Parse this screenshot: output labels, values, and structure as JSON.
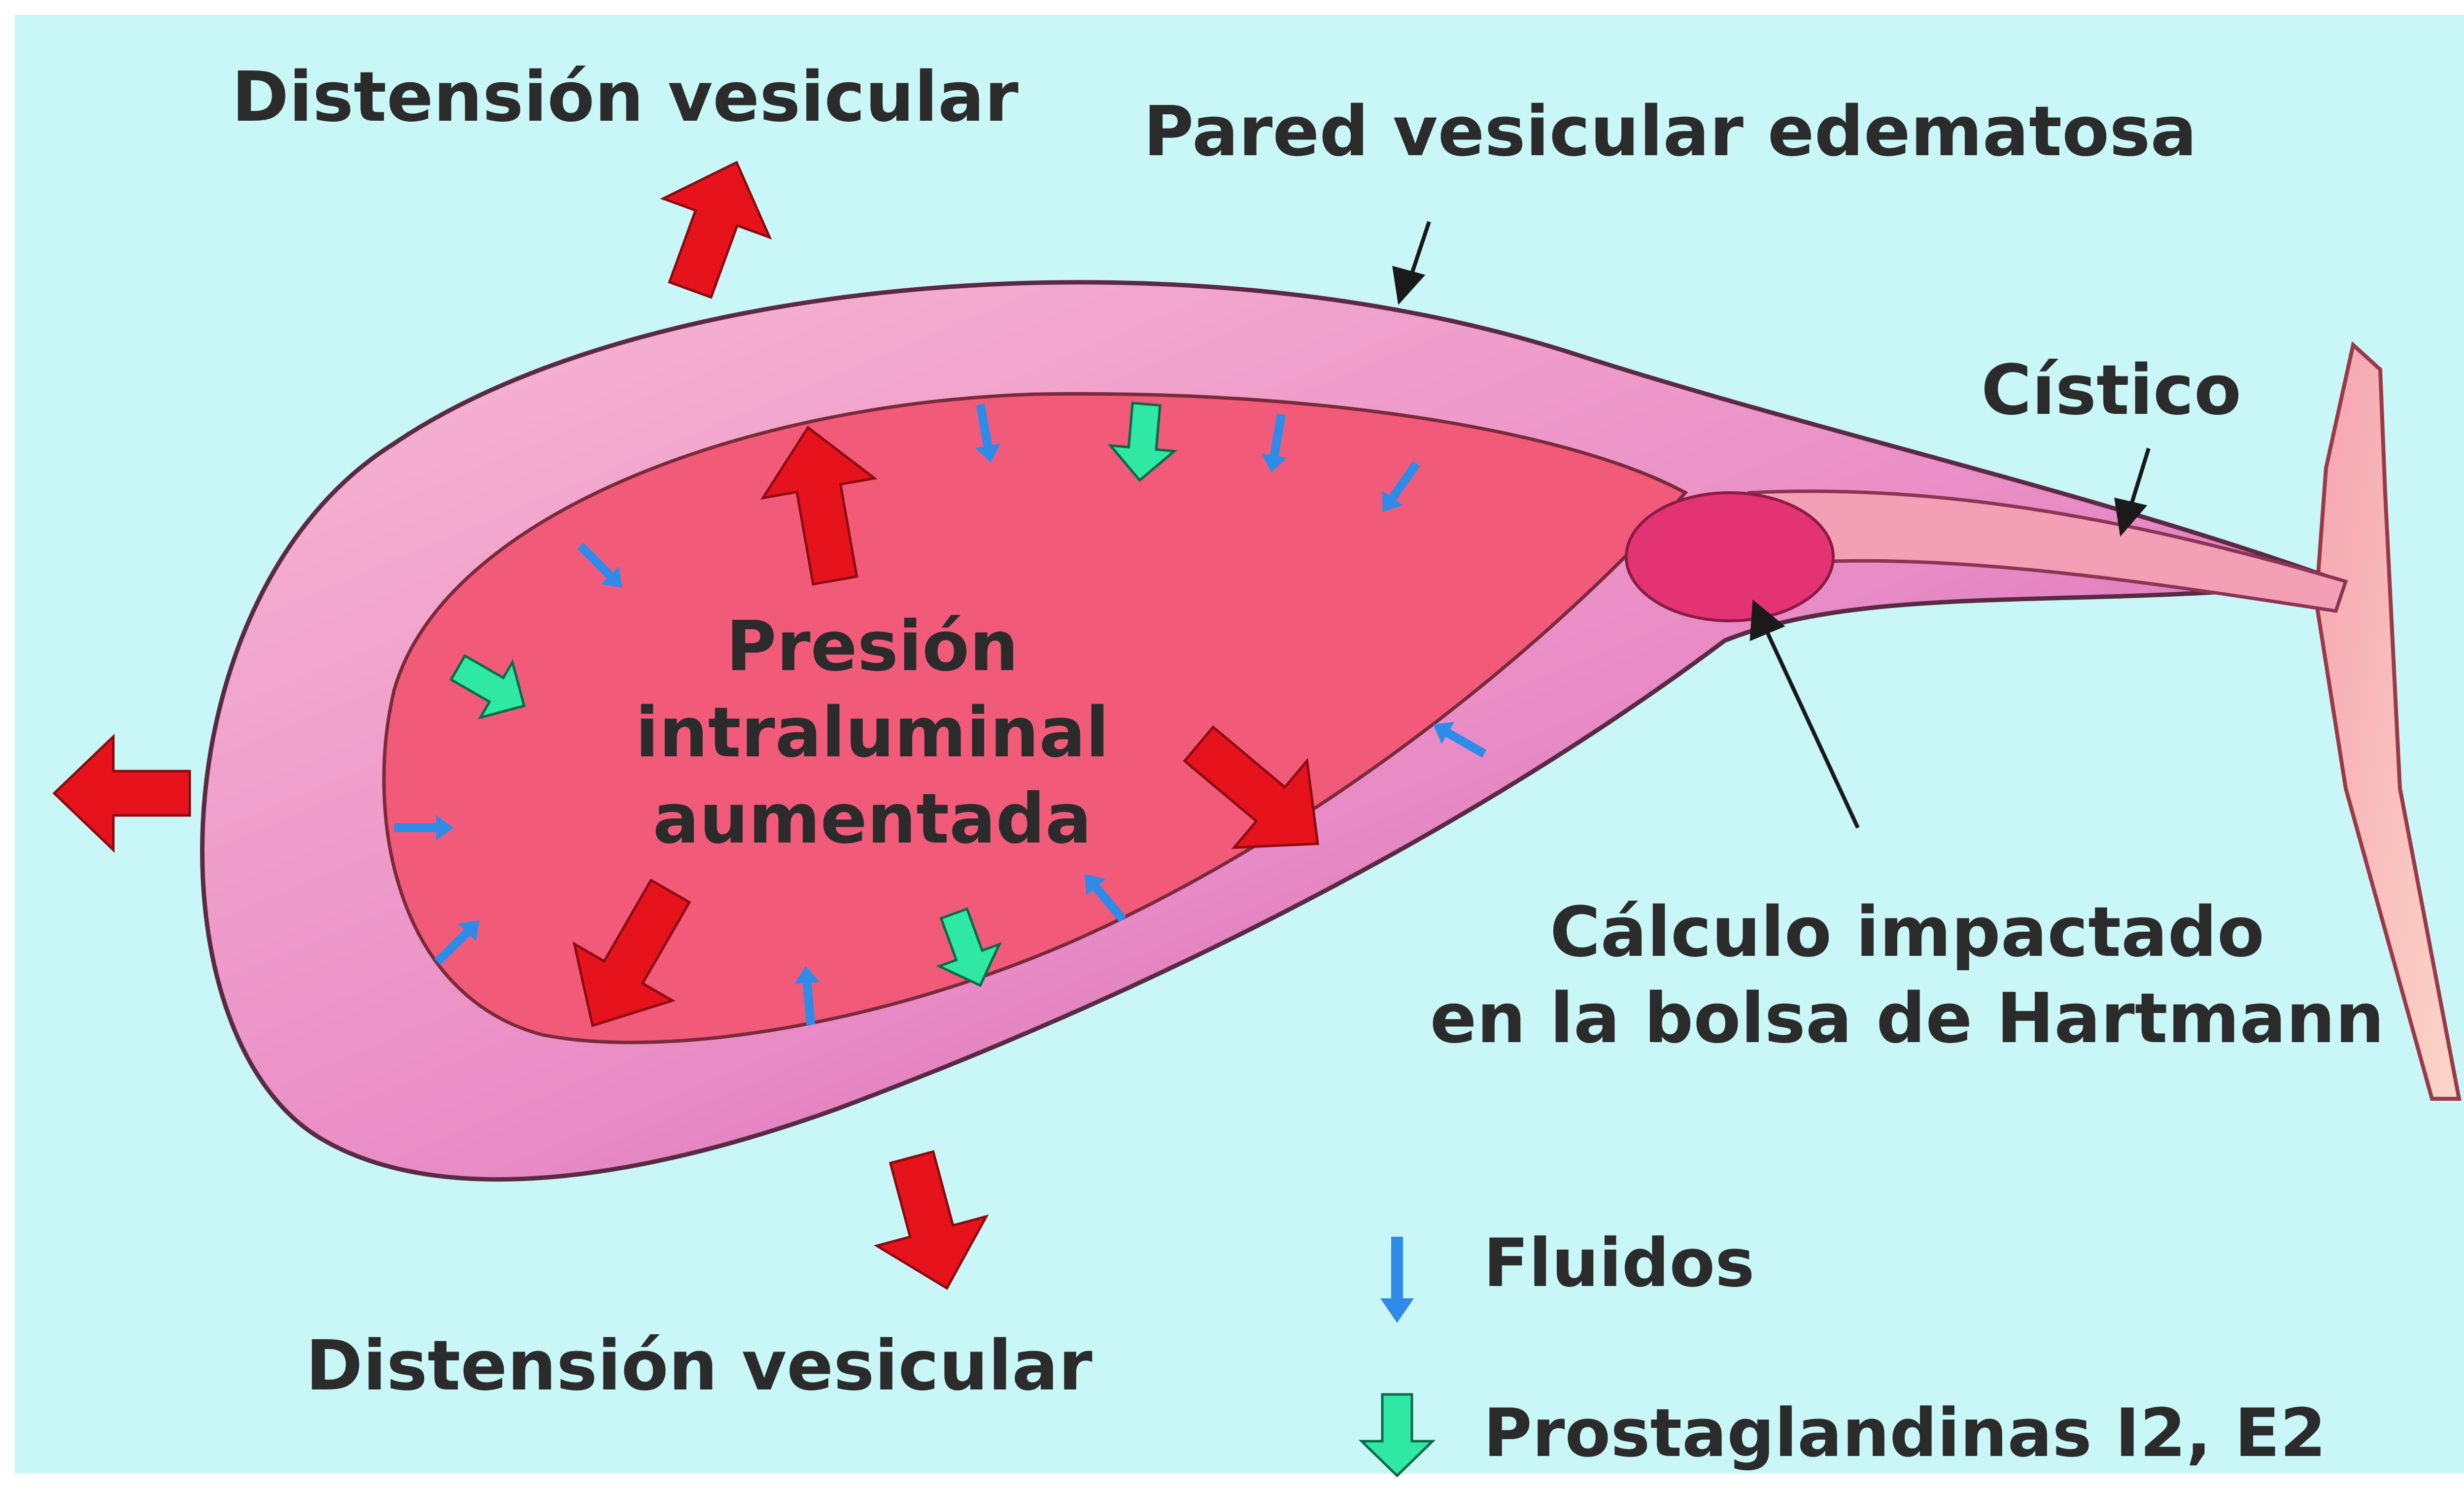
{
  "colors": {
    "background": "#c9f6f7",
    "page": "#ffffff",
    "wall_outer": "#f4a6c4",
    "wall_inner": "#cf64b4",
    "lumen": "#f25a7a",
    "stone": "#e43372",
    "duct": "#f5a8b4",
    "red_arrow": "#e6131c",
    "blue_arrow": "#2f8be8",
    "green_arrow": "#2fe8a4",
    "text": "#2b2b2b"
  },
  "labels": {
    "distension_top": "Distensión vesicular",
    "pared": "Pared vesicular edematosa",
    "cistico": "Cístico",
    "presion_line1": "Presión",
    "presion_line2": "intraluminal",
    "presion_line3": "aumentada",
    "calculo_line1": "Cálculo impactado",
    "calculo_line2": "en la bolsa de Hartmann",
    "distension_bottom": "Distensión vesicular"
  },
  "legend": [
    {
      "icon": "blue-arrow-icon",
      "label": "Fluidos"
    },
    {
      "icon": "green-arrow-icon",
      "label": "Prostaglandinas I2, E2"
    }
  ]
}
